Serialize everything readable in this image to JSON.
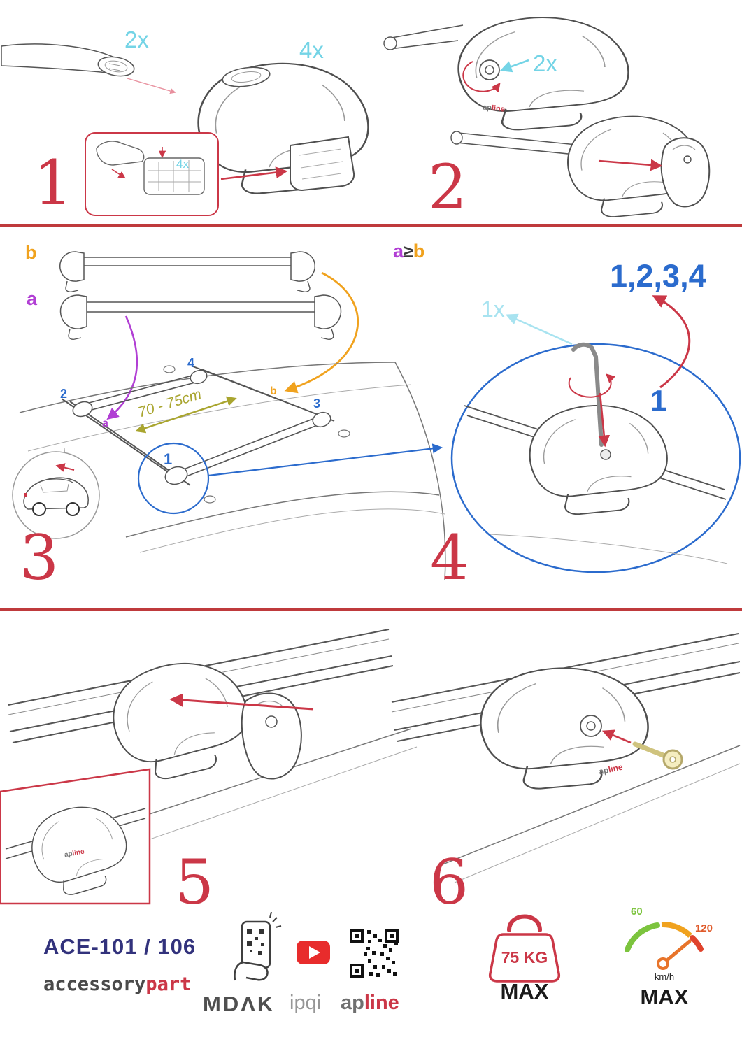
{
  "steps": {
    "s1": {
      "number": "1",
      "qty_bar": "2x",
      "qty_foot": "4x",
      "qty_pads": "4x"
    },
    "s2": {
      "number": "2",
      "qty_keys": "2x"
    },
    "s3": {
      "number": "3",
      "label_a": "a",
      "label_b": "b",
      "dimension": "70 - 75cm",
      "pos1": "1",
      "pos2": "2",
      "pos3": "3",
      "pos4": "4",
      "posa": "a",
      "posb": "b"
    },
    "s4": {
      "number": "4",
      "qty_tool": "1x",
      "formula_a": "a",
      "formula_op": "≥",
      "formula_b": "b",
      "sequence": "1,2,3,4",
      "pos1": "1"
    },
    "s5": {
      "number": "5"
    },
    "s6": {
      "number": "6"
    }
  },
  "brand_small": {
    "ap": "ap",
    "line": "line"
  },
  "footer": {
    "model": "ACE-101 / 106",
    "brand_gray": "accessory",
    "brand_red": "part",
    "logo_mdak": "MDΛK",
    "logo_ipqi": "ipqi",
    "logo_ap": "ap",
    "logo_line": "line",
    "weight": "75 KG",
    "weight_max": "MAX",
    "speed_low": "60",
    "speed_high": "120",
    "speed_unit": "km/h",
    "speed_max": "MAX"
  },
  "colors": {
    "step_red": "#cb3747",
    "divider": "#bf3a3c",
    "cyan": "#74d4e6",
    "purple": "#b13fd4",
    "orange": "#f0a21e",
    "olive": "#a9a52f",
    "blue": "#2b6bcd",
    "navy": "#32327c",
    "gauge_green": "#7cc43e",
    "gauge_orange": "#f0a21e",
    "gauge_red": "#e0432c"
  }
}
